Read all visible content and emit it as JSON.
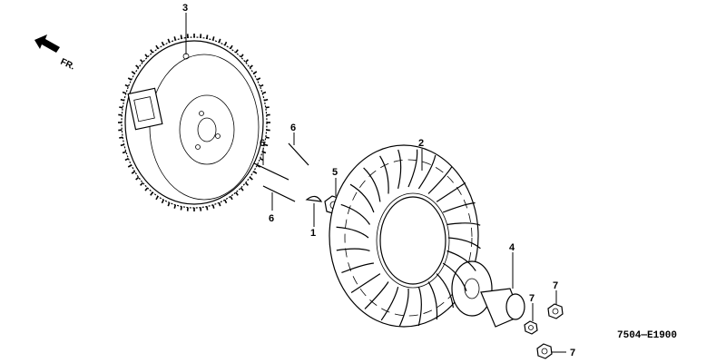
{
  "direction": {
    "label": "FR."
  },
  "callouts": {
    "flywheel": "3",
    "fan": "2",
    "starter_pulley": "4",
    "nut_center": "5",
    "stud_upper": "6",
    "stud_mid": "6",
    "stud_lower": "6",
    "key": "1",
    "nut_small_upper": "7",
    "nut_small_lower": "7",
    "washer": "7"
  },
  "diagram_code": "7504—E1900"
}
